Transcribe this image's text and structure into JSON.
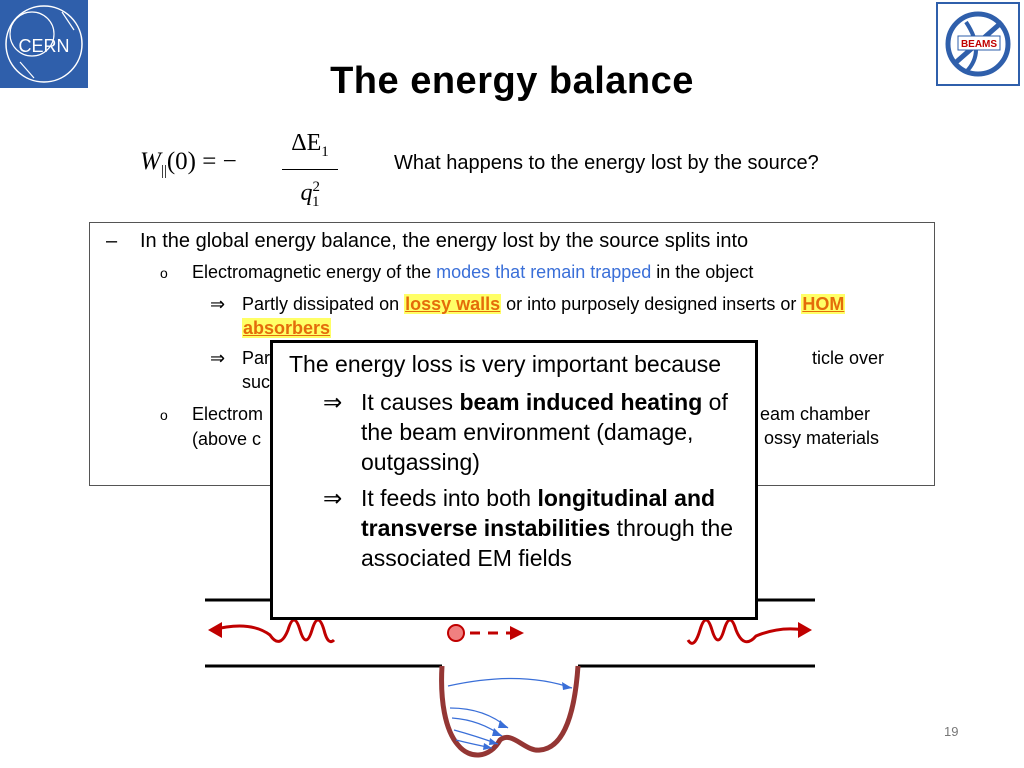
{
  "logos": {
    "left": "CERN",
    "right": "BEAMS"
  },
  "title": "The energy balance",
  "formula": {
    "lhs": "W",
    "lhs_subscript": "||",
    "lhs_arg": "(0) = −",
    "numerator": "ΔE",
    "numerator_subscript": "1",
    "denominator": "q",
    "denominator_superscript": "2",
    "denominator_subscript": "1"
  },
  "question": "What happens to the energy lost by the source?",
  "bullets": {
    "l1": {
      "marker": "–",
      "text": "In the global energy balance, the energy lost by the source splits into"
    },
    "l2": {
      "marker": "o",
      "pre": "Electromagnetic energy of the ",
      "highlight": "modes that remain trapped",
      "post": " in the object"
    },
    "l3": {
      "marker": "⇒",
      "pre": "Partly dissipated on ",
      "hl1": "lossy walls",
      "mid": " or into purposely designed inserts or ",
      "hl2a": "HOM",
      "hl2b": "absorbers"
    },
    "l4": {
      "marker": "⇒",
      "line1": "Par",
      "line1_right": "ticle over",
      "line2": "suc"
    },
    "l5": {
      "marker": "o",
      "line1": "Electrom",
      "line1_right": "eam chamber",
      "line2": "(above c",
      "line2_right": "ossy materials"
    }
  },
  "popup": {
    "intro": "The energy loss is very important because",
    "item1": {
      "marker": "⇒",
      "pre": "It causes ",
      "bold": "beam induced heating",
      "post": " of the beam environment (damage, outgassing)"
    },
    "item2": {
      "marker": "⇒",
      "pre": "It feeds into both ",
      "bold": "longitudinal and transverse instabilities",
      "post": " through the associated EM fields"
    }
  },
  "page_number": "19",
  "colors": {
    "cern_blue": "#2f5fab",
    "accent_blue": "#3a6fd8",
    "highlight_orange": "#e46c0a",
    "highlight_yellow": "#ffff66",
    "diagram_red": "#c00000",
    "cavity_brown": "#943634"
  }
}
